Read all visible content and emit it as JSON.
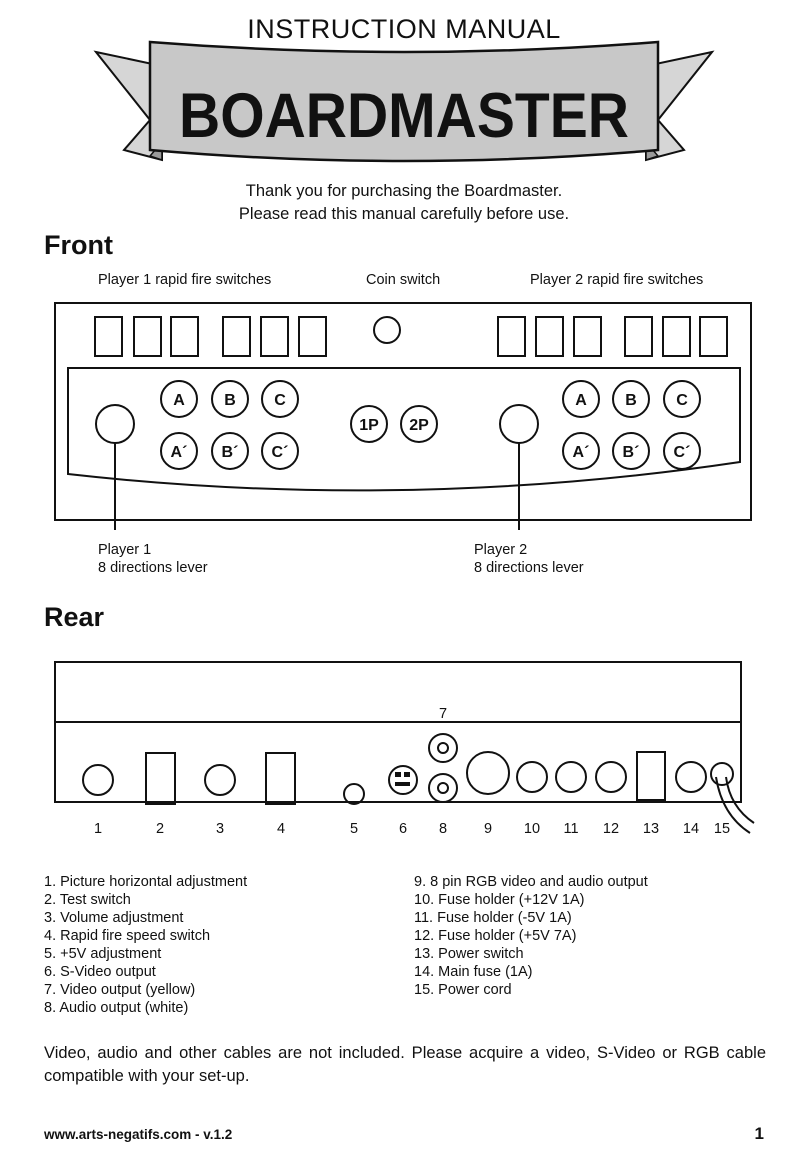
{
  "header": {
    "manual_title": "INSTRUCTION MANUAL",
    "product_name": "BOARDMASTER",
    "thanks_line1": "Thank you for purchasing the Boardmaster.",
    "thanks_line2": "Please read this manual carefully before use."
  },
  "front": {
    "heading": "Front",
    "labels": {
      "p1_rapid": "Player 1 rapid fire switches",
      "coin": "Coin switch",
      "p2_rapid": "Player 2 rapid fire switches",
      "p1_lever_1": "Player 1",
      "p1_lever_2": "8 directions lever",
      "p2_lever_1": "Player 2",
      "p2_lever_2": "8 directions lever"
    },
    "buttons": {
      "a": "A",
      "b": "B",
      "c": "C",
      "a2": "A´",
      "b2": "B´",
      "c2": "C´",
      "start1": "1P",
      "start2": "2P"
    }
  },
  "rear": {
    "heading": "Rear",
    "top_label": "7",
    "numbers": [
      "1",
      "2",
      "3",
      "4",
      "5",
      "6",
      "8",
      "9",
      "10",
      "11",
      "12",
      "13",
      "14",
      "15"
    ]
  },
  "legend": {
    "left": [
      "1. Picture horizontal adjustment",
      "2. Test switch",
      "3. Volume adjustment",
      "4. Rapid fire speed switch",
      "5. +5V adjustment",
      "6. S-Video output",
      "7. Video output (yellow)",
      "8. Audio output (white)"
    ],
    "right": [
      "9. 8 pin RGB video and audio output",
      "10. Fuse holder (+12V 1A)",
      "11. Fuse holder (-5V 1A)",
      "12. Fuse holder (+5V 7A)",
      "13. Power switch",
      "14. Main fuse (1A)",
      "15. Power cord"
    ]
  },
  "note": "Video, audio and other cables are not included. Please acquire a video, S-Video or RGB cable compatible with your set-up.",
  "footer": {
    "website": "www.arts-negatifs.com - v.1.2",
    "page_number": "1"
  }
}
